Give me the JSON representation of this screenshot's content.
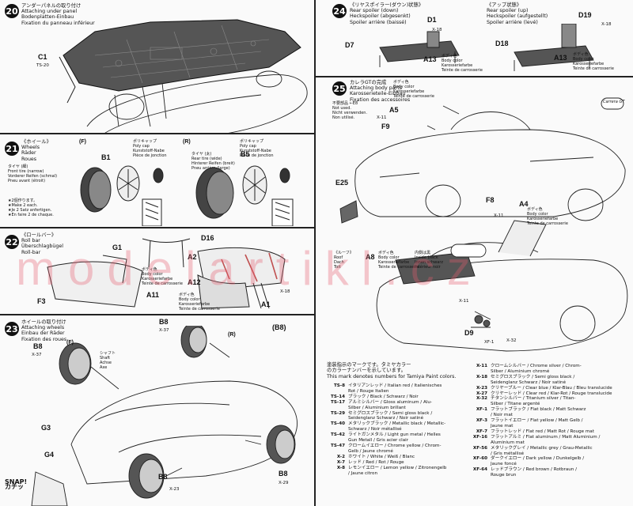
{
  "steps": {
    "s20": {
      "num": "20",
      "title": [
        "アンダーパネルの取り付け",
        "Attaching under panel",
        "Bodenplatten-Einbau",
        "Fixation du panneau inférieur"
      ],
      "parts": {
        "c1": "C1",
        "ts": "TS-20"
      }
    },
    "s21": {
      "num": "21",
      "title": [
        "《ホイール》",
        "Wheels",
        "Räder",
        "Roues"
      ],
      "f": "(F)",
      "r": "(R)",
      "polycap": "ポリキャップ\nPoly cap\nKunststoff-Nabe\nPièce de jonction",
      "tire_f": "タイヤ (細)\nFront tire (narrow)\nVorderer Reifen (schmal)\nPneu avant (étroit)",
      "tire_r": "タイヤ (太)\nRear tire (wide)\nHinterer Reifen (breit)\nPneu arrière (large)",
      "make": "★2個作ります。\n★Make 2 each.\n★Je 2 Satz anfertigen.\n★En faire 2 de chaque.",
      "b1": "B1",
      "b5": "B5"
    },
    "s22": {
      "num": "22",
      "title": [
        "《ロールバー》",
        "Roll bar",
        "Überschlagbügel",
        "Roll-bar"
      ],
      "g1": "G1",
      "f3": "F3",
      "a11": "A11",
      "d16": "D16",
      "a2": "A2",
      "a12": "A12",
      "a1": "A1",
      "x18": "X-18",
      "body": "ボディ色\nBody color\nKarosseriefarbe\nTeinte de carrosserie"
    },
    "s23": {
      "num": "23",
      "title": [
        "ホイールの取り付け",
        "Attaching wheels",
        "Einbau der Räder",
        "Fixation des roues"
      ],
      "b8": "B8",
      "b8p": "(B8)",
      "x37": "X-37",
      "f": "(F)",
      "r": "(R)",
      "g3": "G3",
      "g4": "G4",
      "x23": "X-23",
      "x29": "X-29",
      "snap": "SNAP!\nカチッ",
      "shaft": "シャフト\nShaft\nAchse\nAxe"
    },
    "s24": {
      "num": "24",
      "title_l": [
        "《リヤスポイラー(ダウン)状態》",
        "Rear spoiler (down)",
        "Heckspoiler (abgesenkt)",
        "Spoiler arrière (baissé)"
      ],
      "title_r": [
        "《アップ状態》",
        "Rear spoiler (up)",
        "Heckspoiler (aufgestellt)",
        "Spoiler arrière (levé)"
      ],
      "d1": "D1",
      "d7": "D7",
      "a13": "A13",
      "d19": "D19",
      "d18": "D18",
      "a13b": "A13",
      "x18": "X-18",
      "body": "ボディ色\nBody color\nKarosseriefarbe\nTeinte de carrosserie"
    },
    "s25": {
      "num": "25",
      "title": [
        "カレラGTの完成",
        "Attaching body parts",
        "Karosserieteile-Einbau",
        "Fixation des accessoires"
      ],
      "notused": "不要部品 ←E8\nNot used.\nNicht verwenden.\nNon utilisé.",
      "a5": "A5",
      "f9": "F9",
      "e25": "E25",
      "f8": "F8",
      "a4": "A4",
      "a8": "A8",
      "d9": "D9",
      "x11": "X-11",
      "x32": "X-32",
      "x1": "XF-1",
      "roof": "《ルーフ》\nRoof\nDach\nToit",
      "body": "ボディ色\nBody color\nKarosseriefarbe\nTeinte de carrosserie",
      "fabric": "内側は黒\nInside black\nInnen schwarz\nIntérieur noir",
      "logo": "Carrera GT"
    }
  },
  "paint": {
    "heading": "塗装指示のマークです。タミヤカラー\nのカラーナンバーを示しています。\nThis mark denotes numbers for Tamiya Paint colors.",
    "left": [
      {
        "code": "TS-8",
        "name": "イタリアンレッド / Italian red / Italienisches\nRot / Rouge Italien"
      },
      {
        "code": "TS-14",
        "name": "ブラック / Black / Schwarz / Noir"
      },
      {
        "code": "TS-17",
        "name": "アルミシルバー / Gloss aluminum / Alu-\nSilber / Aluminium brillant"
      },
      {
        "code": "TS-29",
        "name": "セミグロスブラック / Semi gloss black /\nSeidenglanz Schwarz / Noir satiné"
      },
      {
        "code": "TS-40",
        "name": "メタリックブラック / Metallic black / Metallic-\nSchwarz / Noir métallisé"
      },
      {
        "code": "TS-42",
        "name": "ライトガンメタル / Light gun metal / Helles\nGun Metall / Gris acier clair"
      },
      {
        "code": "TS-47",
        "name": "クロームイエロー / Chrome yellow / Chrom-\nGelb / Jaune chromé"
      },
      {
        "code": "X-2",
        "name": "ホワイト / White / Weiß / Blanc"
      },
      {
        "code": "X-7",
        "name": "レッド / Red / Rot / Rouge"
      },
      {
        "code": "X-8",
        "name": "レモンイエロー / Lemon yellow / Zitronengelb\n/ Jaune citron"
      }
    ],
    "right": [
      {
        "code": "X-11",
        "name": "クロームシルバー / Chrome silver / Chrom-\nSilber / Aluminium chromé"
      },
      {
        "code": "X-18",
        "name": "セミグロスブラック / Semi gloss black /\nSeidenglanz Schwarz / Noir satiné"
      },
      {
        "code": "X-23",
        "name": "クリヤーブルー / Clear blue / Klar-Blau / Bleu translucide"
      },
      {
        "code": "X-27",
        "name": "クリヤーレッド / Clear red / Klar-Rot / Rouge translucide"
      },
      {
        "code": "X-32",
        "name": "チタンシルバー / Titanium silver / Titan-\nSilber / Titane argenté"
      },
      {
        "code": "XF-1",
        "name": "フラットブラック / Flat black / Matt Schwarz\n/ Noir mat"
      },
      {
        "code": "XF-3",
        "name": "フラットイエロー / Flat yellow / Matt Gelb /\nJaune mat"
      },
      {
        "code": "XF-7",
        "name": "フラットレッド / Flat red / Matt Rot / Rouge mat"
      },
      {
        "code": "XF-16",
        "name": "フラットアルミ / Flat aluminum / Matt Aluminium /\nAluminium mat"
      },
      {
        "code": "XF-56",
        "name": "メタリックグレイ / Metallic grey / Grau-Metallic\n/ Gris métallisé"
      },
      {
        "code": "XF-60",
        "name": "ダークイエロー / Dark yellow / Dunkelgelb /\nJaune foncé"
      },
      {
        "code": "XF-64",
        "name": "レッドブラウン / Red brown / Rotbraun /\nRouge brun"
      }
    ]
  },
  "watermark": "modelartikl.cz"
}
